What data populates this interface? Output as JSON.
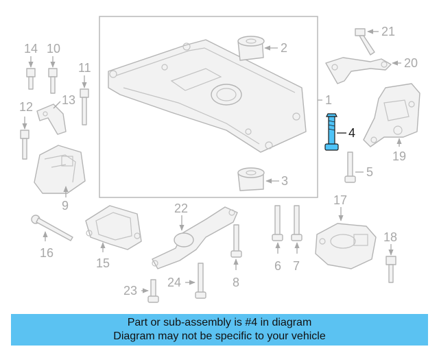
{
  "labels": {
    "p1": "1",
    "p2": "2",
    "p3": "3",
    "p4": "4",
    "p5": "5",
    "p6": "6",
    "p7": "7",
    "p8": "8",
    "p9": "9",
    "p10": "10",
    "p11": "11",
    "p12": "12",
    "p13": "13",
    "p14": "14",
    "p15": "15",
    "p16": "16",
    "p17": "17",
    "p18": "18",
    "p19": "19",
    "p20": "20",
    "p21": "21",
    "p22": "22",
    "p23": "23",
    "p24": "24"
  },
  "highlighted_part": "4",
  "colors": {
    "highlight_fill": "#4fc3f7",
    "banner_background": "#5bc2f2",
    "part_outline": "#b4b4b4",
    "label_gray": "#a8a8a8"
  },
  "banner": {
    "line1": "Part or sub-assembly is #4 in diagram",
    "line2": "Diagram may not be specific to your vehicle"
  }
}
